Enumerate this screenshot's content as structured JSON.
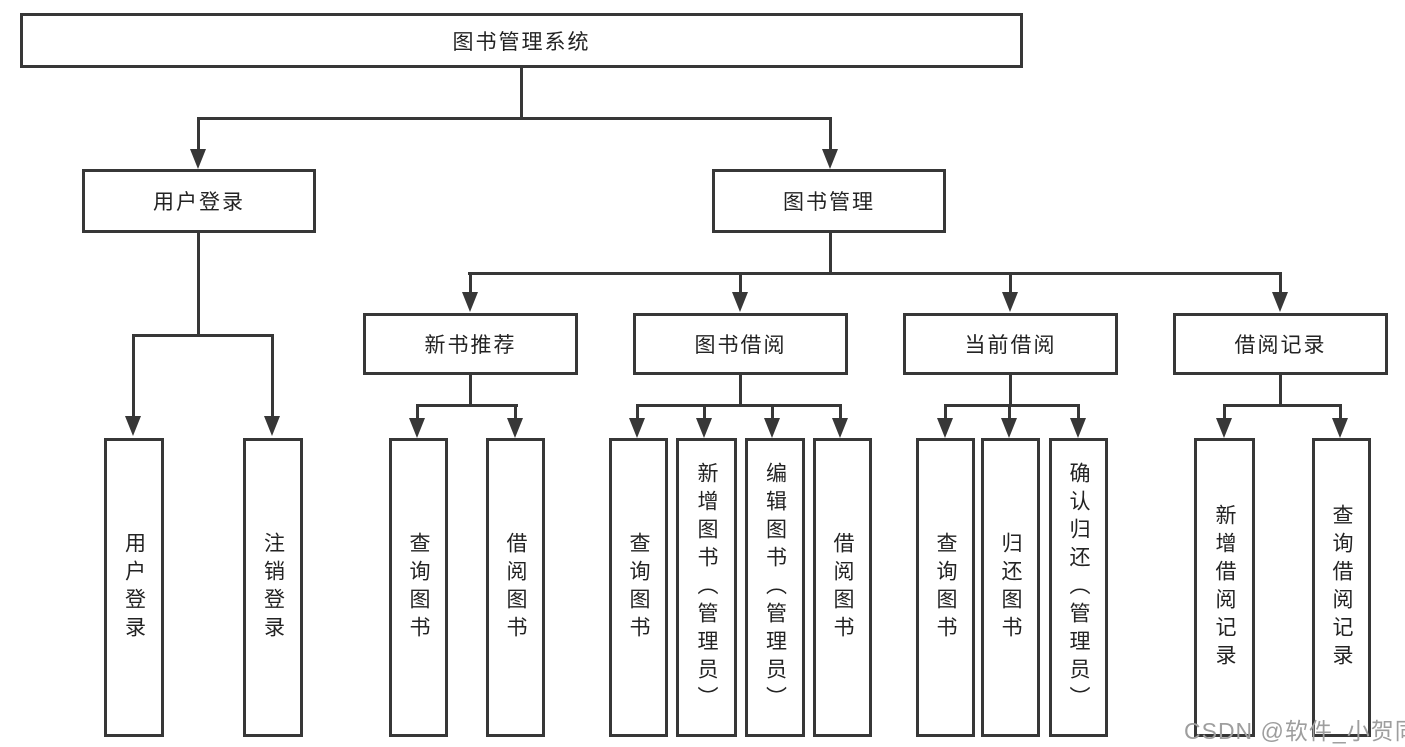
{
  "colors": {
    "line": "#373737",
    "text": "#232323",
    "background": "#ffffff",
    "watermark": "#9e9e9e"
  },
  "watermark": {
    "text": "CSDN @软件_小贺同学"
  },
  "tree": {
    "root": {
      "label": "图书管理系统"
    },
    "branches": [
      {
        "label": "用户登录",
        "children": [
          {
            "label": "用户登录"
          },
          {
            "label": "注销登录"
          }
        ]
      },
      {
        "label": "图书管理",
        "children": [
          {
            "label": "新书推荐",
            "children": [
              {
                "label": "查询图书"
              },
              {
                "label": "借阅图书"
              }
            ]
          },
          {
            "label": "图书借阅",
            "children": [
              {
                "label": "查询图书"
              },
              {
                "label": "新增图书（管理员）"
              },
              {
                "label": "编辑图书（管理员）"
              },
              {
                "label": "借阅图书"
              }
            ]
          },
          {
            "label": "当前借阅",
            "children": [
              {
                "label": "查询图书"
              },
              {
                "label": "归还图书"
              },
              {
                "label": "确认归还（管理员）"
              }
            ]
          },
          {
            "label": "借阅记录",
            "children": [
              {
                "label": "新增借阅记录"
              },
              {
                "label": "查询借阅记录"
              }
            ]
          }
        ]
      }
    ]
  }
}
